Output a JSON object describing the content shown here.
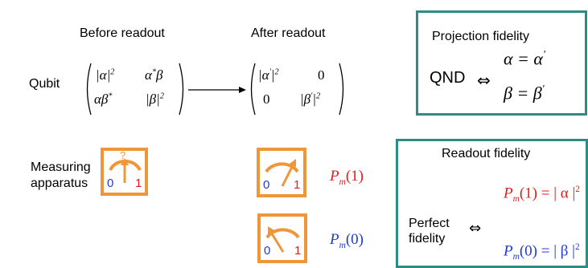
{
  "headers": {
    "before": "Before readout",
    "after": "After readout"
  },
  "qubit_label": "Qubit",
  "matrix_before": {
    "a11": "|α|",
    "a11_exp": "2",
    "a12": "α",
    "a12_sup": "*",
    "a12_tail": "β",
    "a21": "αβ",
    "a21_sup": "*",
    "a22": "|β|",
    "a22_exp": "2"
  },
  "matrix_after": {
    "a11": "|α",
    "a11_prime": "'",
    "a11_tail": "|",
    "a11_exp": "2",
    "a12": "0",
    "a21": "0",
    "a22": "|β",
    "a22_prime": "'",
    "a22_tail": "|",
    "a22_exp": "2"
  },
  "projection": {
    "title": "Projection fidelity",
    "qnd": "QND",
    "iff": "⇔",
    "eq1": "α = α",
    "eq1_prime": "'",
    "eq2": "β = β",
    "eq2_prime": "'"
  },
  "measuring_label": [
    "Measuring",
    "apparatus"
  ],
  "meters": {
    "zero": "0",
    "one": "1",
    "question": "?"
  },
  "outcomes": {
    "p1": {
      "P": "P",
      "sub": "m",
      "arg": "(1)"
    },
    "p0": {
      "P": "P",
      "sub": "m",
      "arg": "(0)"
    }
  },
  "readout": {
    "title": "Readout fidelity",
    "perfect": [
      "Perfect",
      "fidelity"
    ],
    "iff": "⇔",
    "eq1": {
      "P": "P",
      "sub": "m",
      "arg": "(1) = | α |",
      "exp": "2"
    },
    "eq2": {
      "P": "P",
      "sub": "m",
      "arg": "(0) = | β |",
      "exp": "2"
    }
  },
  "colors": {
    "teal": "#2e8b86",
    "orange": "#f0963a",
    "red": "#e01e1e",
    "blue": "#1f3ad8"
  }
}
